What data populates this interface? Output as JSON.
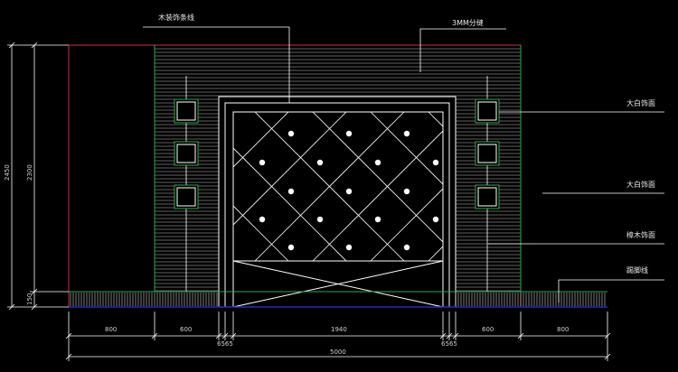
{
  "drawing": {
    "annotations": {
      "wood_trim": "木装饰条线",
      "gap_3mm": "3MM分缝",
      "marble_top": "大白饰面",
      "marble_right": "大白饰面",
      "veneer": "樟木饰面",
      "baseboard": "踢脚线"
    },
    "dimensions": {
      "total_height": "2450",
      "wall_height": "2300",
      "base_height": "150",
      "seg_left_outer": "800",
      "seg_left_inner": "600",
      "seg_gap_left": "6565",
      "seg_center": "1940",
      "seg_gap_right": "6565",
      "seg_right_inner": "600",
      "seg_right_outer": "800",
      "total_width": "5000"
    },
    "colors": {
      "background": "#000000",
      "line": "#ffffff",
      "outer_frame": "#c0304a",
      "panel_edge": "#2ea84a",
      "floor": "#2030c0"
    }
  }
}
